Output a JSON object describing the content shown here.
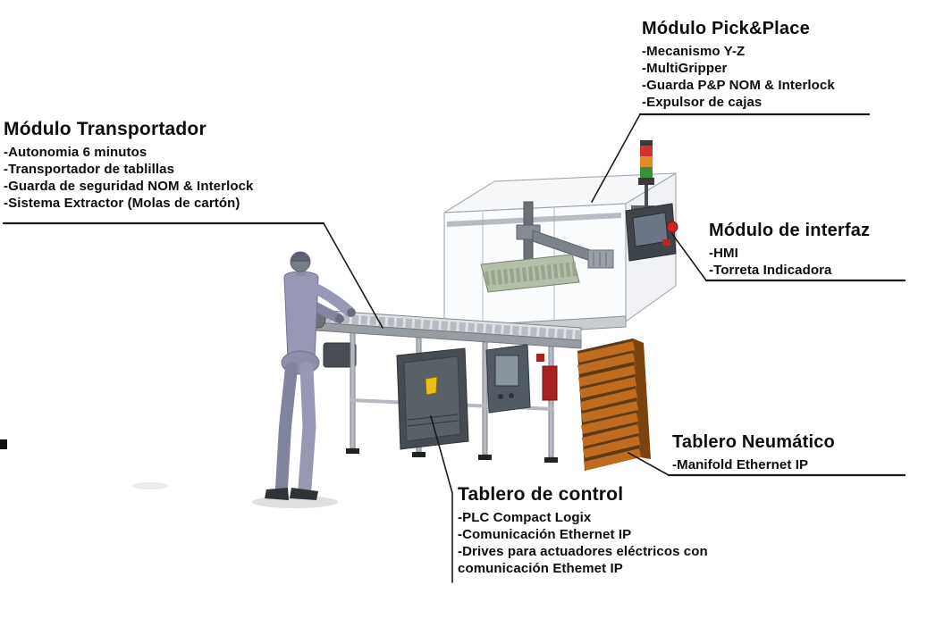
{
  "page": {
    "background": "#ffffff",
    "line_color": "#1a1a1a",
    "text_color": "#0d0d0d"
  },
  "callouts": {
    "pick_place": {
      "title": "Módulo Pick&Place",
      "items": [
        "-Mecanismo Y-Z",
        "-MultiGripper",
        "-Guarda P&P NOM & Interlock",
        "-Expulsor de cajas"
      ]
    },
    "transportador": {
      "title": "Módulo Transportador",
      "items": [
        "-Autonomia 6 minutos",
        "-Transportador de tablillas",
        "-Guarda de seguridad NOM & Interlock",
        "-Sistema Extractor (Molas de cartón)"
      ]
    },
    "interfaz": {
      "title": "Módulo de interfaz",
      "items": [
        "-HMI",
        "-Torreta Indicadora"
      ]
    },
    "neumatico": {
      "title": "Tablero Neumático",
      "items": [
        "-Manifold Ethernet IP"
      ]
    },
    "control": {
      "title": "Tablero de control",
      "items": [
        "-PLC Compact Logix",
        "-Comunicación Ethernet IP",
        "-Drives para actuadores eléctricos con",
        "comunicación Ethemet IP"
      ]
    }
  },
  "illustration": {
    "colors": {
      "crate_slat": "#c06c20",
      "crate_base": "#5f3a16",
      "figure_body": "#9698b4",
      "tower_red": "#cf3430",
      "tower_amber": "#e08a28",
      "tower_green": "#3a8f3a",
      "estop_red": "#cc2426",
      "cabinet_gray": "#474c52",
      "frame_gray": "#c9cdd2"
    }
  }
}
